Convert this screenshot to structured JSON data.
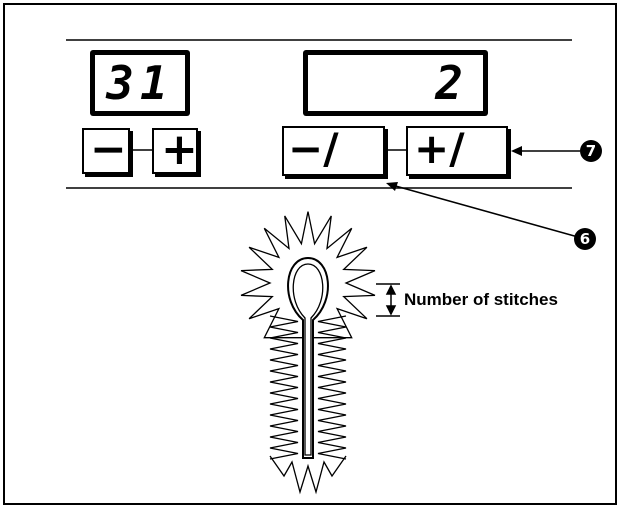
{
  "displays": {
    "left_value": "31",
    "right_value": "2"
  },
  "buttons": {
    "minus_symbol": "−",
    "plus_symbol": "+",
    "minus_reverse_symbol": "−/",
    "plus_forward_symbol": "+/"
  },
  "callouts": {
    "seven": "❼",
    "six": "❻"
  },
  "annotation": {
    "label": "Number of stitches"
  }
}
